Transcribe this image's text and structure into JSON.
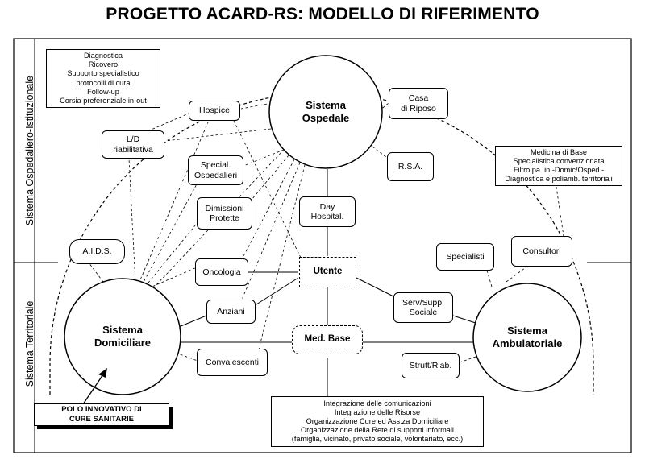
{
  "title": "PROGETTO ACARD-RS: MODELLO DI RIFERIMENTO",
  "side_labels": {
    "top": "Sistema Ospedaliero-Istituzionale",
    "bottom": "Sistema Territoriale"
  },
  "hospital_functions": [
    "Diagnostica",
    "Ricovero",
    "Supporto specialistico",
    "protocolli di cura",
    "Follow-up",
    "Corsia preferenziale in-out"
  ],
  "outpatient_functions": [
    "Medicina di Base",
    "Specialistica convenzionata",
    "Filtro pa. in -Domic/Osped.-",
    "Diagnostica e poliamb. territoriali"
  ],
  "integration_notes": [
    "Integrazione delle comunicazioni",
    "Integrazione delle Risorse",
    "Organizzazione Cure ed Ass.za Domiciliare",
    "Organizzazione della Rete di supporti informali",
    "(famiglia, vicinato, privato sociale, volontariato, ecc.)"
  ],
  "polo": [
    "POLO INNOVATIVO DI",
    "CURE SANITARIE"
  ],
  "systems": {
    "ospedale": [
      "Sistema",
      "Ospedale"
    ],
    "domiciliare": [
      "Sistema",
      "Domiciliare"
    ],
    "ambulatoriale": [
      "Sistema",
      "Ambulatoriale"
    ]
  },
  "nodes": {
    "hospice": [
      "Hospice"
    ],
    "ld": [
      "L/D",
      "riabilitativa"
    ],
    "special_osp": [
      "Special.",
      "Ospedalieri"
    ],
    "dimissioni": [
      "Dimissioni",
      "Protette"
    ],
    "oncologia": [
      "Oncologia"
    ],
    "anziani": [
      "Anziani"
    ],
    "convalescenti": [
      "Convalescenti"
    ],
    "aids": [
      "A.I.D.S."
    ],
    "casa_riposo": [
      "Casa",
      "di Riposo"
    ],
    "rsa": [
      "R.S.A."
    ],
    "day_hospital": [
      "Day",
      "Hospital."
    ],
    "utente": [
      "Utente"
    ],
    "med_base": [
      "Med. Base"
    ],
    "serv_supp": [
      "Serv/Supp.",
      "Sociale"
    ],
    "specialisti": [
      "Specialisti"
    ],
    "consultori": [
      "Consultori"
    ],
    "strutt_riab": [
      "Strutt/Riab."
    ]
  }
}
